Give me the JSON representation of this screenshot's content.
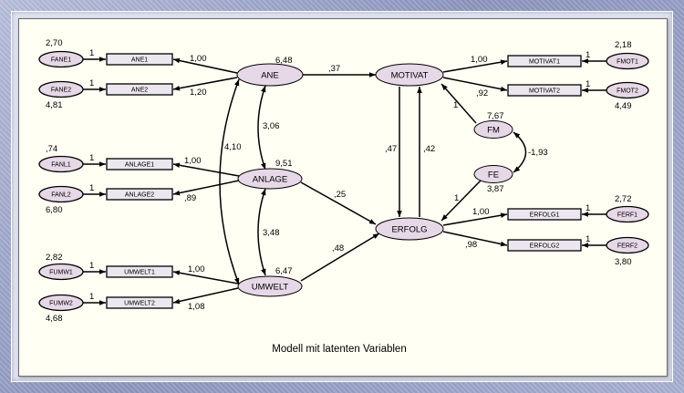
{
  "caption": "Modell mit latenten Variablen",
  "latent": {
    "ane": "ANE",
    "anlage": "ANLAGE",
    "umwelt": "UMWELT",
    "motivat": "MOTIVAT",
    "erfolg": "ERFOLG",
    "fm": "FM",
    "fe": "FE"
  },
  "indicators": {
    "ane1": "ANE1",
    "ane2": "ANE2",
    "anlage1": "ANLAGE1",
    "anlage2": "ANLAGE2",
    "umwelt1": "UMWELT1",
    "umwelt2": "UMWELT2",
    "motivat1": "MOTIVAT1",
    "motivat2": "MOTIVAT2",
    "erfolg1": "ERFOLG1",
    "erfolg2": "ERFOLG2"
  },
  "errors": {
    "fane1": "FANE1",
    "fane2": "FANE2",
    "fanl1": "FANL1",
    "fanl2": "FANL2",
    "fumw1": "FUMW1",
    "fumw2": "FUMW2",
    "fmot1": "FMOT1",
    "fmot2": "FMOT2",
    "ferf1": "FERF1",
    "ferf2": "FERF2"
  },
  "variances": {
    "fane1": "2,70",
    "fane2": "4,81",
    "fanl1": ",74",
    "fanl2": "6,80",
    "fumw1": "2,82",
    "fumw2": "4,68",
    "fmot1": "2,18",
    "fmot2": "4,49",
    "ferf1": "2,72",
    "ferf2": "3,80",
    "ane": "6,48",
    "anlage": "9,51",
    "umwelt": "6,47",
    "fm": "7,67",
    "fe": "3,87"
  },
  "error_weights": {
    "fane1": "1",
    "fane2": "1",
    "fanl1": "1",
    "fanl2": "1",
    "fumw1": "1",
    "fumw2": "1",
    "fmot1": "1",
    "fmot2": "1",
    "ferf1": "1",
    "ferf2": "1"
  },
  "loadings": {
    "ane_ane1": "1,00",
    "ane_ane2": "1,20",
    "anlage_anlage1": "1,00",
    "anlage_anlage2": ",89",
    "umwelt_umwelt1": "1,00",
    "umwelt_umwelt2": "1,08",
    "motivat_motivat1": "1,00",
    "motivat_motivat2": ",92",
    "erfolg_erfolg1": "1,00",
    "erfolg_erfolg2": ",98"
  },
  "paths": {
    "ane_motivat": ",37",
    "anlage_erfolg": ",25",
    "umwelt_erfolg": ",48",
    "motivat_erfolg": ",47",
    "erfolg_motivat": ",42",
    "fm_motivat": "1",
    "fe_erfolg": "1"
  },
  "covariances": {
    "ane_anlage": "3,06",
    "anlage_umwelt": "3,48",
    "ane_umwelt": "4,10",
    "fm_fe": "-1,93"
  }
}
